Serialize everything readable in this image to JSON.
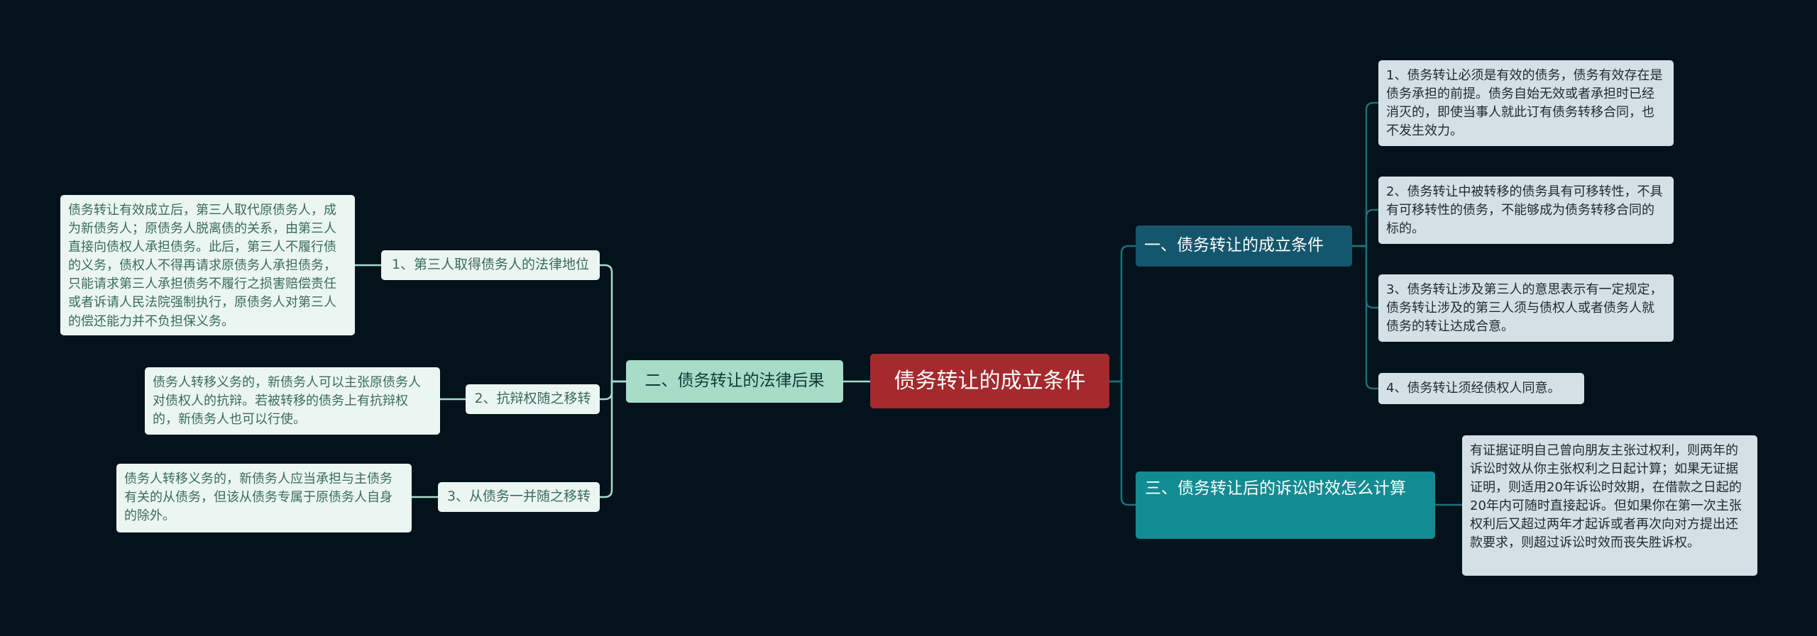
{
  "root": {
    "label": "债务转让的成立条件"
  },
  "right": {
    "branch1": {
      "label": "一、债务转让的成立条件",
      "items": [
        "1、债务转让必须是有效的债务，债务有效存在是债务承担的前提。债务自始无效或者承担时已经消灭的，即使当事人就此订有债务转移合同，也不发生效力。",
        "2、债务转让中被转移的债务具有可移转性，不具有可移转性的债务，不能够成为债务转移合同的标的。",
        "3、债务转让涉及第三人的意思表示有一定规定，债务转让涉及的第三人须与债权人或者债务人就债务的转让达成合意。",
        "4、债务转让须经债权人同意。"
      ]
    },
    "branch3": {
      "label": "三、债务转让后的诉讼时效怎么计算",
      "detail": "有证据证明自己曾向朋友主张过权利，则两年的诉讼时效从你主张权利之日起计算；如果无证据证明，则适用20年诉讼时效期，在借款之日起的20年内可随时直接起诉。但如果你在第一次主张权利后又超过两年才起诉或者再次向对方提出还款要求，则超过诉讼时效而丧失胜诉权。"
    }
  },
  "left": {
    "branch2": {
      "label": "二、债务转让的法律后果",
      "items": [
        {
          "label": "1、第三人取得债务人的法律地位",
          "detail": "债务转让有效成立后，第三人取代原债务人，成为新债务人；原债务人脱离债的关系，由第三人直接向债权人承担债务。此后，第三人不履行债的义务，债权人不得再请求原债务人承担债务，只能请求第三人承担债务不履行之损害赔偿责任或者诉请人民法院强制执行，原债务人对第三人的偿还能力并不负担保义务。"
        },
        {
          "label": "2、抗辩权随之移转",
          "detail": "债务人转移义务的，新债务人可以主张原债务人对债权人的抗辩。若被转移的债务上有抗辩权的，新债务人也可以行使。"
        },
        {
          "label": "3、从债务一并随之移转",
          "detail": "债务人转移义务的，新债务人应当承担与主债务有关的从债务，但该从债务专属于原债务人自身的除外。"
        }
      ]
    }
  },
  "colors": {
    "background": "#03121b",
    "root": "#a52a2d",
    "branch1": "#14566c",
    "branch2": "#a6dcc8",
    "branch3": "#138b92",
    "right_link": "#1d6f7a",
    "left_link": "#a6dcc8"
  }
}
